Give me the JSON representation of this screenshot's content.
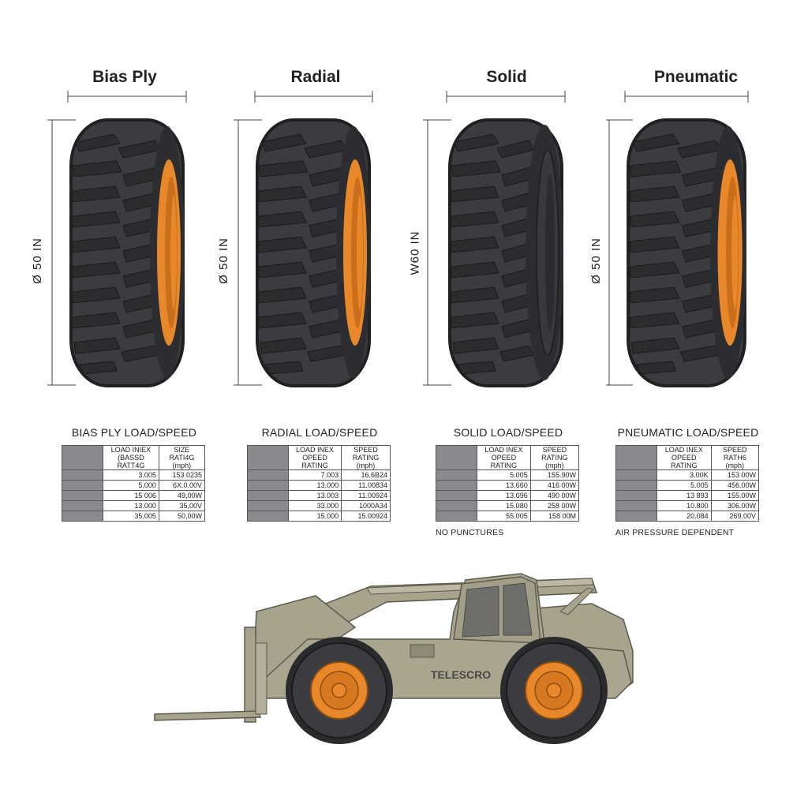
{
  "tires": [
    {
      "title": "Bias Ply",
      "dimension": "Ø 50 IN"
    },
    {
      "title": "Radial",
      "dimension": "Ø 50 IN"
    },
    {
      "title": "Solid",
      "dimension": "W60 IN"
    },
    {
      "title": "Pneumatic",
      "dimension": "Ø 50 IN"
    }
  ],
  "tables": [
    {
      "title": "BIAS PLY LOAD/SPEED",
      "headers": [
        "LOAD INIEX (BASSD RATT4G",
        "SIZE RATI4G (mph)"
      ],
      "rows": [
        [
          "3.005",
          "153 0235"
        ],
        [
          "5.000",
          "6X.0.00V"
        ],
        [
          "15 006",
          "49,00W"
        ],
        [
          "13.000",
          "35,00V"
        ],
        [
          "35.005",
          "50,00W"
        ]
      ],
      "note": ""
    },
    {
      "title": "RADIAL LOAD/SPEED",
      "headers": [
        "LOAD INEX OPEED RATING",
        "SPEED RATING (mph)"
      ],
      "rows": [
        [
          "7.003",
          "16.6B24"
        ],
        [
          "13.000",
          "11.00834"
        ],
        [
          "13.003",
          "11.00924"
        ],
        [
          "33.000",
          "1000A34"
        ],
        [
          "15.000",
          "15.00924"
        ]
      ],
      "note": ""
    },
    {
      "title": "SOLID LOAD/SPEED",
      "headers": [
        "LOAD INEX OPEED RATING",
        "SPEED RATING (mph)"
      ],
      "rows": [
        [
          "5.005",
          "155.90W"
        ],
        [
          "13.660",
          "416 00W"
        ],
        [
          "13.096",
          "490 00W"
        ],
        [
          "15.080",
          "258 00W"
        ],
        [
          "55.005",
          "158 00M"
        ]
      ],
      "note": "NO PUNCTURES"
    },
    {
      "title": "PNEUMATIC LOAD/SPEED",
      "headers": [
        "LOAD INEX OPEED RATING",
        "SPEED RATH6 (mph)"
      ],
      "rows": [
        [
          "3.00K",
          "153 00W"
        ],
        [
          "5.005",
          "456.00W"
        ],
        [
          "13 893",
          "155.00W"
        ],
        [
          "10.800",
          "306.00W"
        ],
        [
          "20.084",
          "269.00V"
        ]
      ],
      "note": "AIR PRESSURE DEPENDENT"
    }
  ],
  "machine": {
    "label": "TELESCRO"
  },
  "colors": {
    "tread": "#3a3c3f",
    "tread_dark": "#1f2022",
    "rim": "#e8882a",
    "body": "#a7a38c",
    "body_dark": "#6d6a5c"
  }
}
